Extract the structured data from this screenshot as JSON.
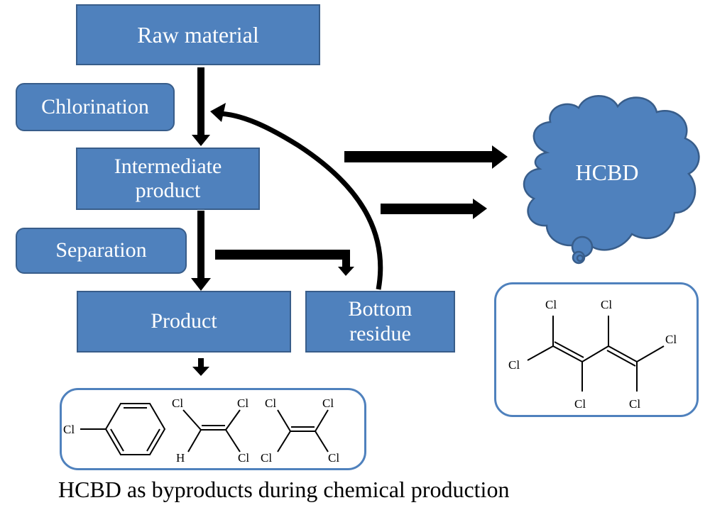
{
  "title": "HCBD as byproducts during chemical production",
  "flow": {
    "raw_material": "Raw material",
    "chlorination": "Chlorination",
    "intermediate_line1": "Intermediate",
    "intermediate_line2": "product",
    "separation": "Separation",
    "product": "Product",
    "bottom_line1": "Bottom",
    "bottom_line2": "residue"
  },
  "cloud": {
    "label": "HCBD"
  },
  "colors": {
    "box_fill": "#4f81bd",
    "box_border": "#385d8a",
    "arrow": "#000000"
  },
  "molecules": {
    "products": [
      {
        "name": "chlorobenzene",
        "atoms": {
          "cl": "Cl"
        }
      },
      {
        "name": "trichloroethylene",
        "atoms": {
          "cl1": "Cl",
          "cl2": "Cl",
          "cl3": "Cl",
          "h": "H"
        }
      },
      {
        "name": "tetrachloroethylene",
        "atoms": {
          "cl1": "Cl",
          "cl2": "Cl",
          "cl3": "Cl",
          "cl4": "Cl"
        }
      }
    ],
    "hcbd": {
      "atoms": [
        "Cl",
        "Cl",
        "Cl",
        "Cl",
        "Cl",
        "Cl"
      ]
    }
  }
}
